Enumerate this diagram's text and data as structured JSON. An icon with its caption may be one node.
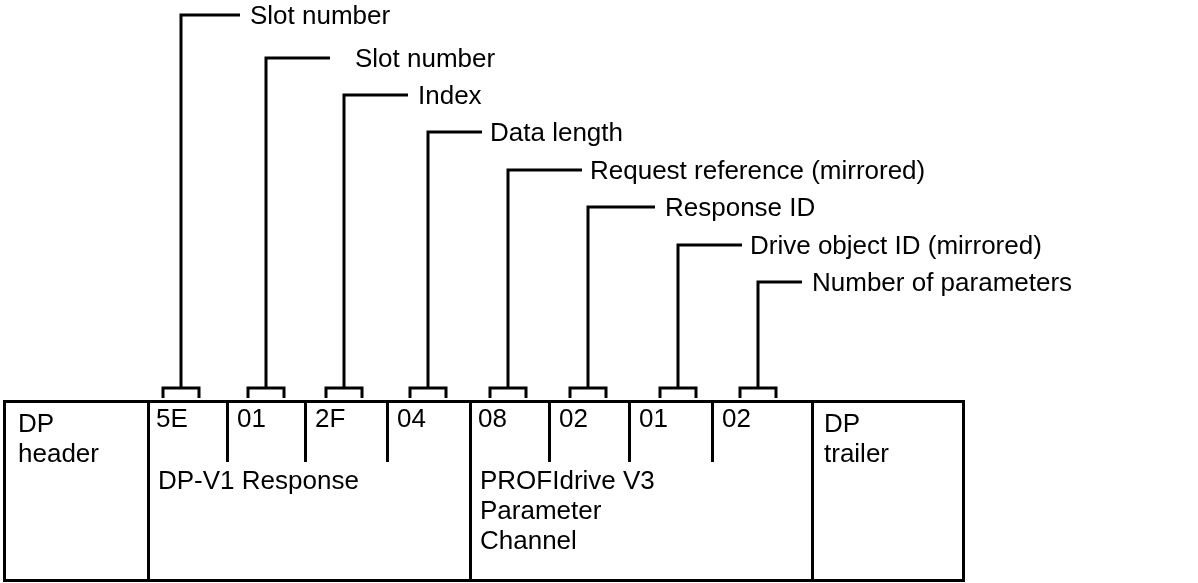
{
  "diagram": {
    "nodes": [
      {
        "text": [
          "DP header"
        ]
      },
      {
        "text": [
          "DP-V1 Response"
        ]
      },
      {
        "text": [
          "5E"
        ],
        "in": 1
      },
      {
        "text": [
          "01"
        ],
        "in": 1
      },
      {
        "text": [
          "2F"
        ],
        "in": 1
      },
      {
        "text": [
          "04"
        ],
        "in": 1
      },
      {
        "text": [
          "PROFIdrive V3 Parameter Channel"
        ]
      },
      {
        "text": [
          "08"
        ],
        "in": 6
      },
      {
        "text": [
          "02"
        ],
        "in": 6
      },
      {
        "text": [
          "01"
        ],
        "in": 6
      },
      {
        "text": [
          "02"
        ],
        "in": 6
      },
      {
        "text": [
          "DP trailer"
        ]
      },
      {
        "text": [
          "Slot number"
        ]
      },
      {
        "text": [
          "Slot number"
        ]
      },
      {
        "text": [
          "Index"
        ]
      },
      {
        "text": [
          "Data length"
        ]
      },
      {
        "text": [
          "Request reference (mirrored)"
        ]
      },
      {
        "text": [
          "Response ID"
        ]
      },
      {
        "text": [
          "Drive object ID (mirrored)"
        ]
      },
      {
        "text": [
          "Number of parameters"
        ]
      }
    ],
    "edges": [
      {
        "from": 12,
        "to": 2,
        "arrow": "none"
      },
      {
        "from": 13,
        "to": 3,
        "arrow": "none"
      },
      {
        "from": 14,
        "to": 4,
        "arrow": "none"
      },
      {
        "from": 15,
        "to": 5,
        "arrow": "none"
      },
      {
        "from": 16,
        "to": 7,
        "arrow": "none"
      },
      {
        "from": 17,
        "to": 8,
        "arrow": "none"
      },
      {
        "from": 18,
        "to": 9,
        "arrow": "none"
      },
      {
        "from": 19,
        "to": 10,
        "arrow": "none"
      }
    ]
  }
}
